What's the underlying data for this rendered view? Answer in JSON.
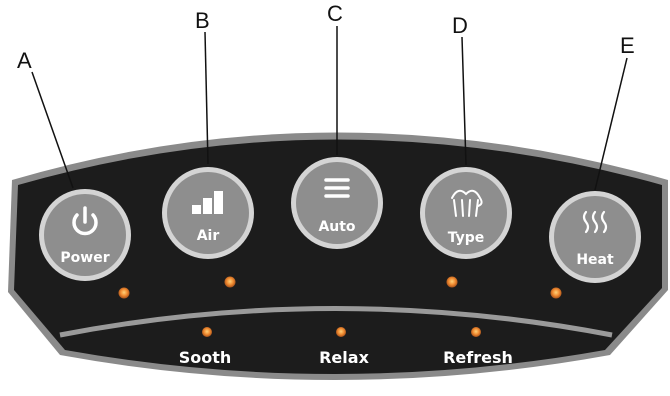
{
  "callouts": {
    "a": "A",
    "b": "B",
    "c": "C",
    "d": "D",
    "e": "E"
  },
  "buttons": {
    "power": {
      "label": "Power",
      "icon": "power-icon"
    },
    "air": {
      "label": "Air",
      "icon": "fan-speed-bars-icon"
    },
    "auto": {
      "label": "Auto",
      "icon": "menu-lines-icon"
    },
    "type": {
      "label": "Type",
      "icon": "tree-canopy-icon"
    },
    "heat": {
      "label": "Heat",
      "icon": "heat-waves-icon"
    }
  },
  "modes": {
    "sooth": "Sooth",
    "relax": "Relax",
    "refresh": "Refresh"
  },
  "colors": {
    "panel_body": "#1c1c1c",
    "panel_rim": "#8a8a8a",
    "button_fill": "#8e8e8e",
    "button_ring": "#d4d4d4",
    "indicator_led": "#f08a30",
    "label_text": "#ffffff",
    "callout_line": "#111111"
  }
}
